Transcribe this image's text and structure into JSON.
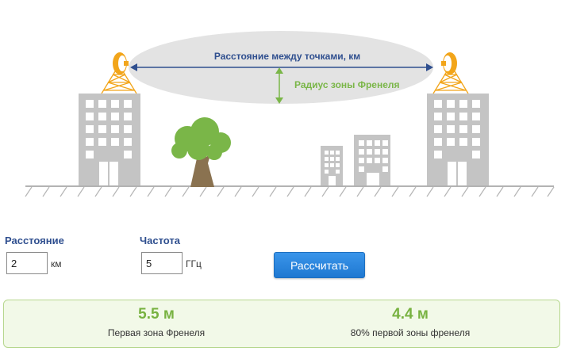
{
  "diagram": {
    "distance_label": "Расстояние между точками, км",
    "radius_label": "Радиус зоны Френеля"
  },
  "form": {
    "distance": {
      "label": "Расстояние",
      "value": "2",
      "unit": "км"
    },
    "frequency": {
      "label": "Частота",
      "value": "5",
      "unit": "ГГц"
    },
    "calculate_label": "Рассчитать"
  },
  "results": {
    "first_zone": {
      "value": "5.5 м",
      "caption": "Первая зона Френеля"
    },
    "percent_zone": {
      "value": "4.4 м",
      "caption": "80% первой зоны френеля"
    }
  },
  "colors": {
    "accent_blue": "#2f4f8f",
    "accent_green": "#7ab648",
    "building_gray": "#c4c4c4",
    "antenna_orange": "#f2a51a",
    "button_blue": "#2a86de"
  }
}
